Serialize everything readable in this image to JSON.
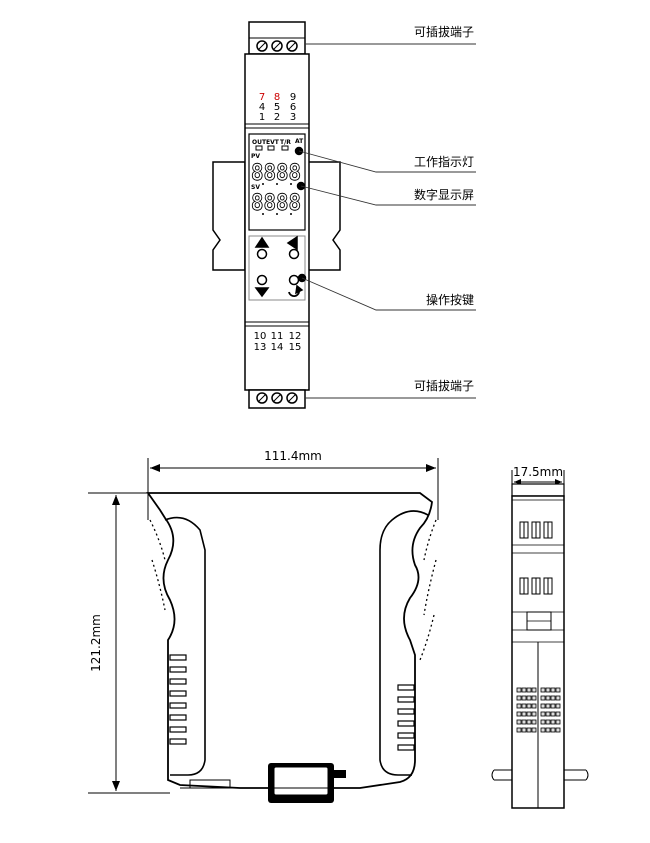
{
  "terminal_labels": {
    "top_row": [
      "7",
      "8",
      "9"
    ],
    "mid_row": [
      "4",
      "5",
      "6"
    ],
    "low_row": [
      "1",
      "2",
      "3"
    ],
    "bottom_row1": [
      "10",
      "11",
      "12"
    ],
    "bottom_row2": [
      "13",
      "14",
      "15"
    ]
  },
  "indicators": [
    "OUT",
    "EVT",
    "T/R",
    "AT"
  ],
  "display": {
    "pv_label": "PV",
    "sv_label": "SV",
    "digits": "8888"
  },
  "callouts": {
    "top_terminal": "可插拔端子",
    "indicator_light": "工作指示灯",
    "digital_display": "数字显示屏",
    "buttons": "操作按键",
    "bottom_terminal": "可插拔端子"
  },
  "dimensions": {
    "width": "111.4mm",
    "height": "121.2mm",
    "depth": "17.5mm"
  },
  "colors": {
    "line": "#000000",
    "red_terminal": "#cc0000",
    "callout_line": "#333333",
    "panel_gray": "#e8e8e8"
  }
}
